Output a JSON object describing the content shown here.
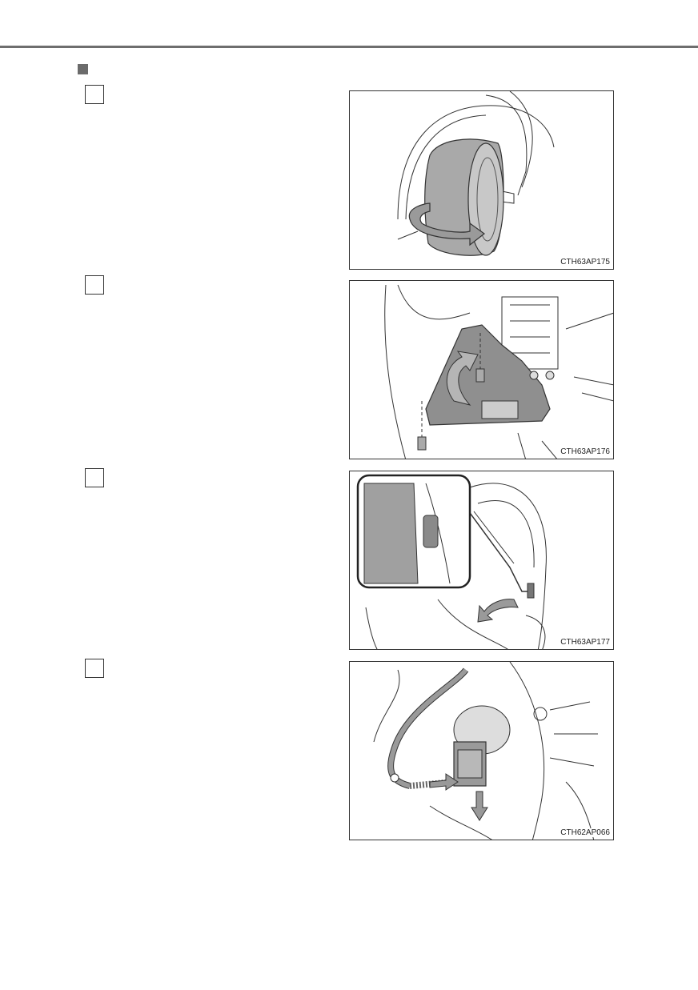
{
  "figures": [
    {
      "code": "CTH63AP175",
      "icon": "tire-turn-illustration"
    },
    {
      "code": "CTH63AP176",
      "icon": "cover-removal-illustration"
    },
    {
      "code": "CTH63AP177",
      "icon": "connector-access-illustration"
    },
    {
      "code": "CTH62AP066",
      "icon": "connector-disconnect-illustration"
    }
  ]
}
